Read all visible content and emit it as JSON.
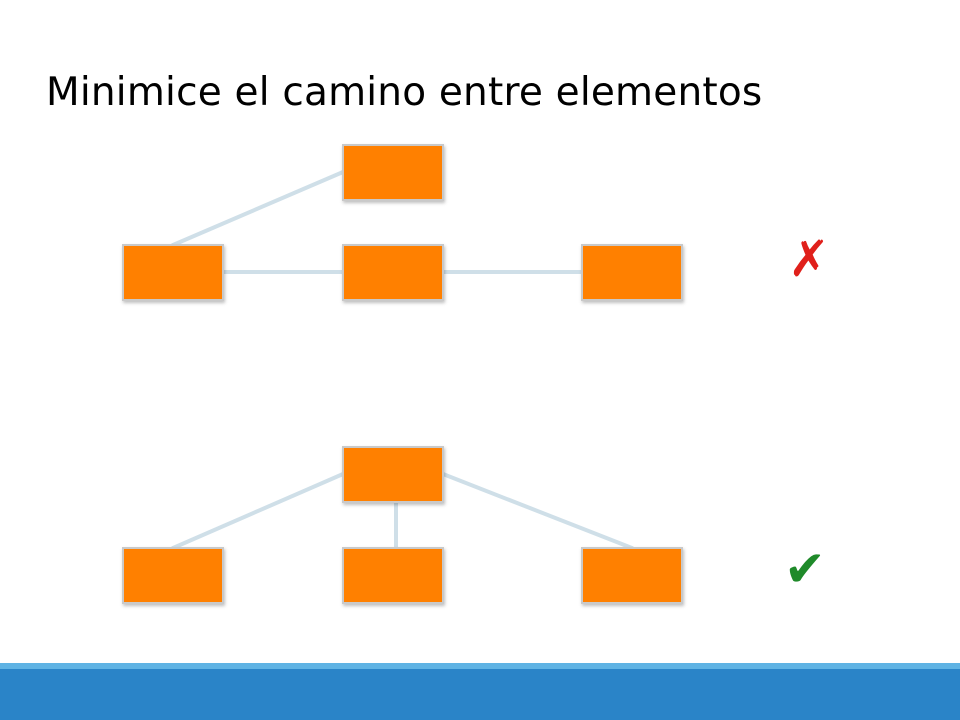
{
  "slide": {
    "title": "Minimice el camino entre elementos"
  },
  "colors": {
    "node_fill": "#ff8000",
    "node_stroke": "#c9c9c9",
    "edge": "#cfdfe8",
    "bad_mark": "#e0201b",
    "good_mark": "#1f8a2a",
    "footer": "#2a84c8",
    "footer_accent": "#5fb3e4"
  },
  "diagrams": [
    {
      "id": "bad",
      "verdict": "incorrect",
      "mark_icon": "cross-mark-icon",
      "mark_glyph": "✗",
      "nodes": [
        "a",
        "b",
        "c",
        "d"
      ],
      "edges": [
        [
          "b",
          "a"
        ],
        [
          "b",
          "c"
        ],
        [
          "c",
          "d"
        ]
      ]
    },
    {
      "id": "good",
      "verdict": "correct",
      "mark_icon": "check-mark-icon",
      "mark_glyph": "✔",
      "nodes": [
        "a",
        "b",
        "c",
        "d"
      ],
      "edges": [
        [
          "a",
          "b"
        ],
        [
          "a",
          "c"
        ],
        [
          "a",
          "d"
        ]
      ]
    }
  ]
}
